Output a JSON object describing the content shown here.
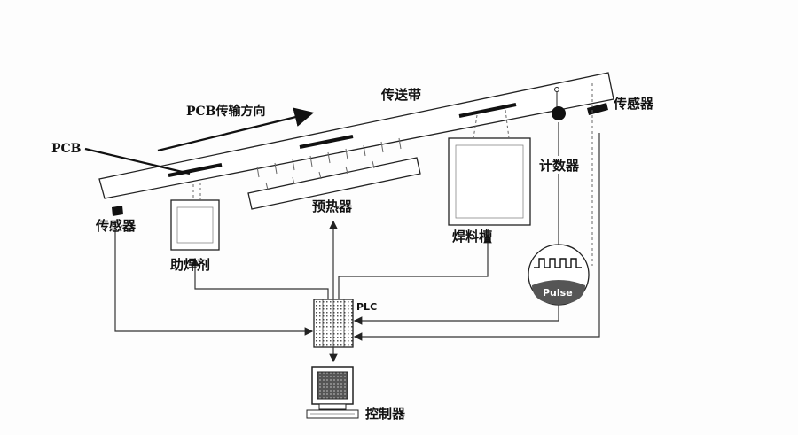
{
  "labels": {
    "pcb_direction": "PCB传输方向",
    "conveyor": "传送带",
    "sensor_right": "传感器",
    "pcb": "PCB",
    "sensor_left": "传感器",
    "counter": "计数器",
    "flux": "助焊剂",
    "preheater": "预热器",
    "solder_tank": "焊料槽",
    "pulse": "Pulse",
    "plc": "PLC",
    "controller": "控制器"
  },
  "colors": {
    "ink": "#111111",
    "line": "#333333",
    "paper": "#ffffff"
  }
}
